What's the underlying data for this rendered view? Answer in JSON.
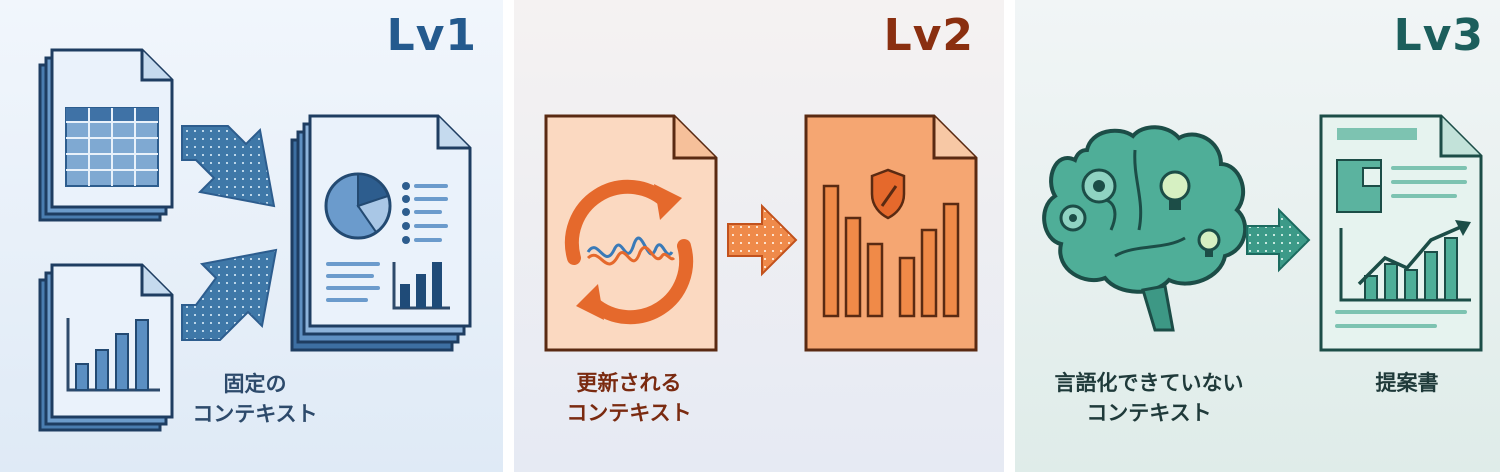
{
  "panels": [
    {
      "level": "Lv1",
      "caption": [
        "固定の",
        "コンテキスト"
      ],
      "accent": "#245a8e"
    },
    {
      "level": "Lv2",
      "caption": [
        "更新される",
        "コンテキスト"
      ],
      "accent": "#e8783a"
    },
    {
      "level": "Lv3",
      "caption_left": [
        "言語化できていない",
        "コンテキスト"
      ],
      "caption_right": "提案書",
      "accent": "#2f8a7c"
    }
  ]
}
